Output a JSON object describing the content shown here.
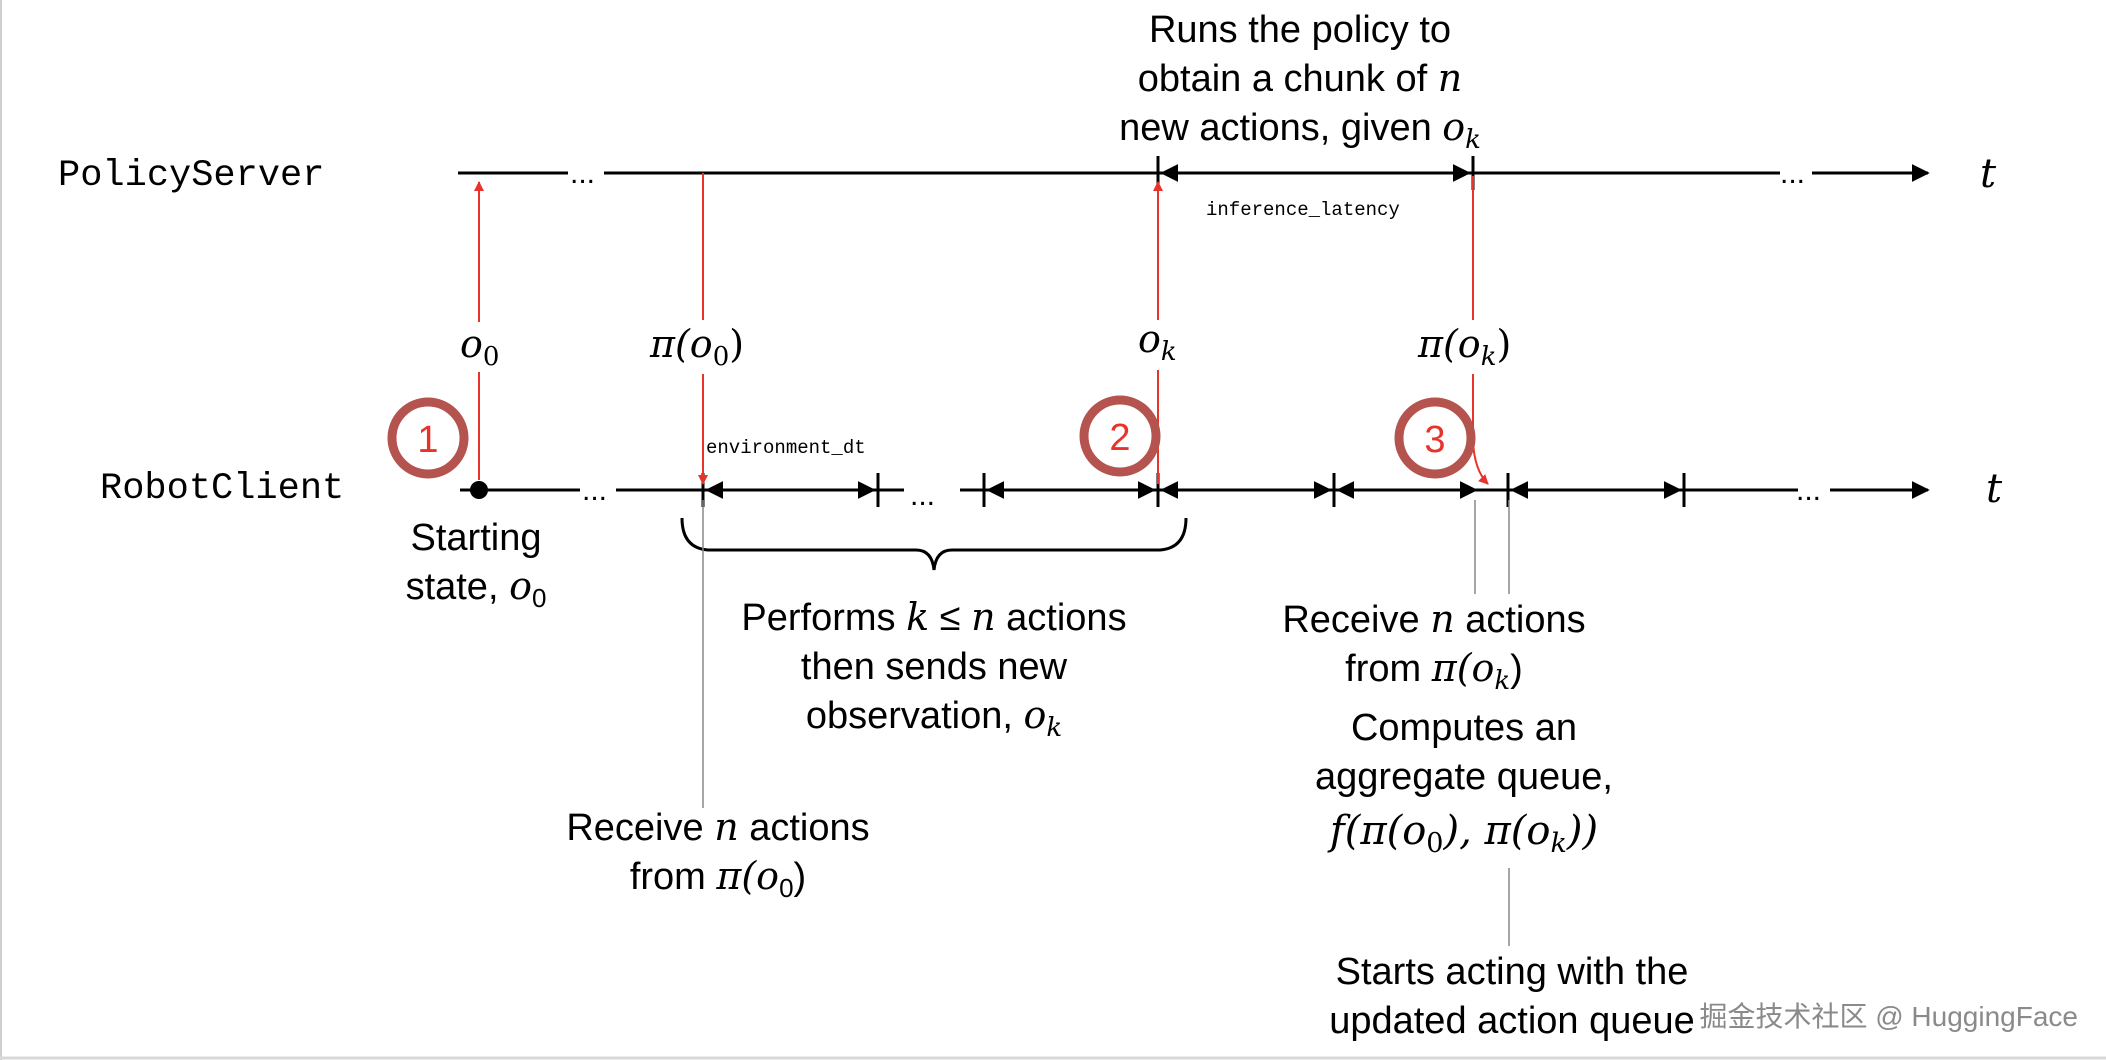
{
  "timelines": {
    "server": {
      "label": "PolicyServer",
      "time_symbol": "t",
      "ellipsis_left": "...",
      "ellipsis_right": "..."
    },
    "client": {
      "label": "RobotClient",
      "time_symbol": "t",
      "ellipsis_left": "...",
      "ellipsis_mid": "...",
      "ellipsis_right": "..."
    }
  },
  "messages": {
    "o0": "o",
    "o0_sub": "0",
    "pi_o0": "π(o",
    "pi_o0_sub": "0",
    "pi_close": ")",
    "ok": "o",
    "ok_sub": "k",
    "pi_ok": "π(o",
    "pi_ok_sub": "k"
  },
  "steps": [
    "1",
    "2",
    "3"
  ],
  "labels": {
    "inference_latency": "inference_latency",
    "environment_dt": "environment_dt"
  },
  "annotations": {
    "runs_policy": [
      "Runs the policy to",
      "obtain a chunk of n",
      "new actions, given o_k"
    ],
    "starting_state": [
      "Starting",
      "state, o_0"
    ],
    "performs": [
      "Performs k ≤ n actions",
      "then sends new",
      "observation, o_k"
    ],
    "receive_o0": [
      "Receive n actions",
      "from π(o_0)"
    ],
    "receive_ok": [
      "Receive n actions",
      "from π(o_k)"
    ],
    "computes": [
      "Computes an",
      "aggregate queue,",
      "f(π(o_0), π(o_k))"
    ],
    "starts_acting": [
      "Starts acting with the",
      "updated action queue"
    ]
  },
  "watermark": "掘金技术社区 @ HuggingFace",
  "colors": {
    "red": "#e8332a",
    "ring": "#b5534e",
    "black": "#000000",
    "gray": "#888888"
  }
}
